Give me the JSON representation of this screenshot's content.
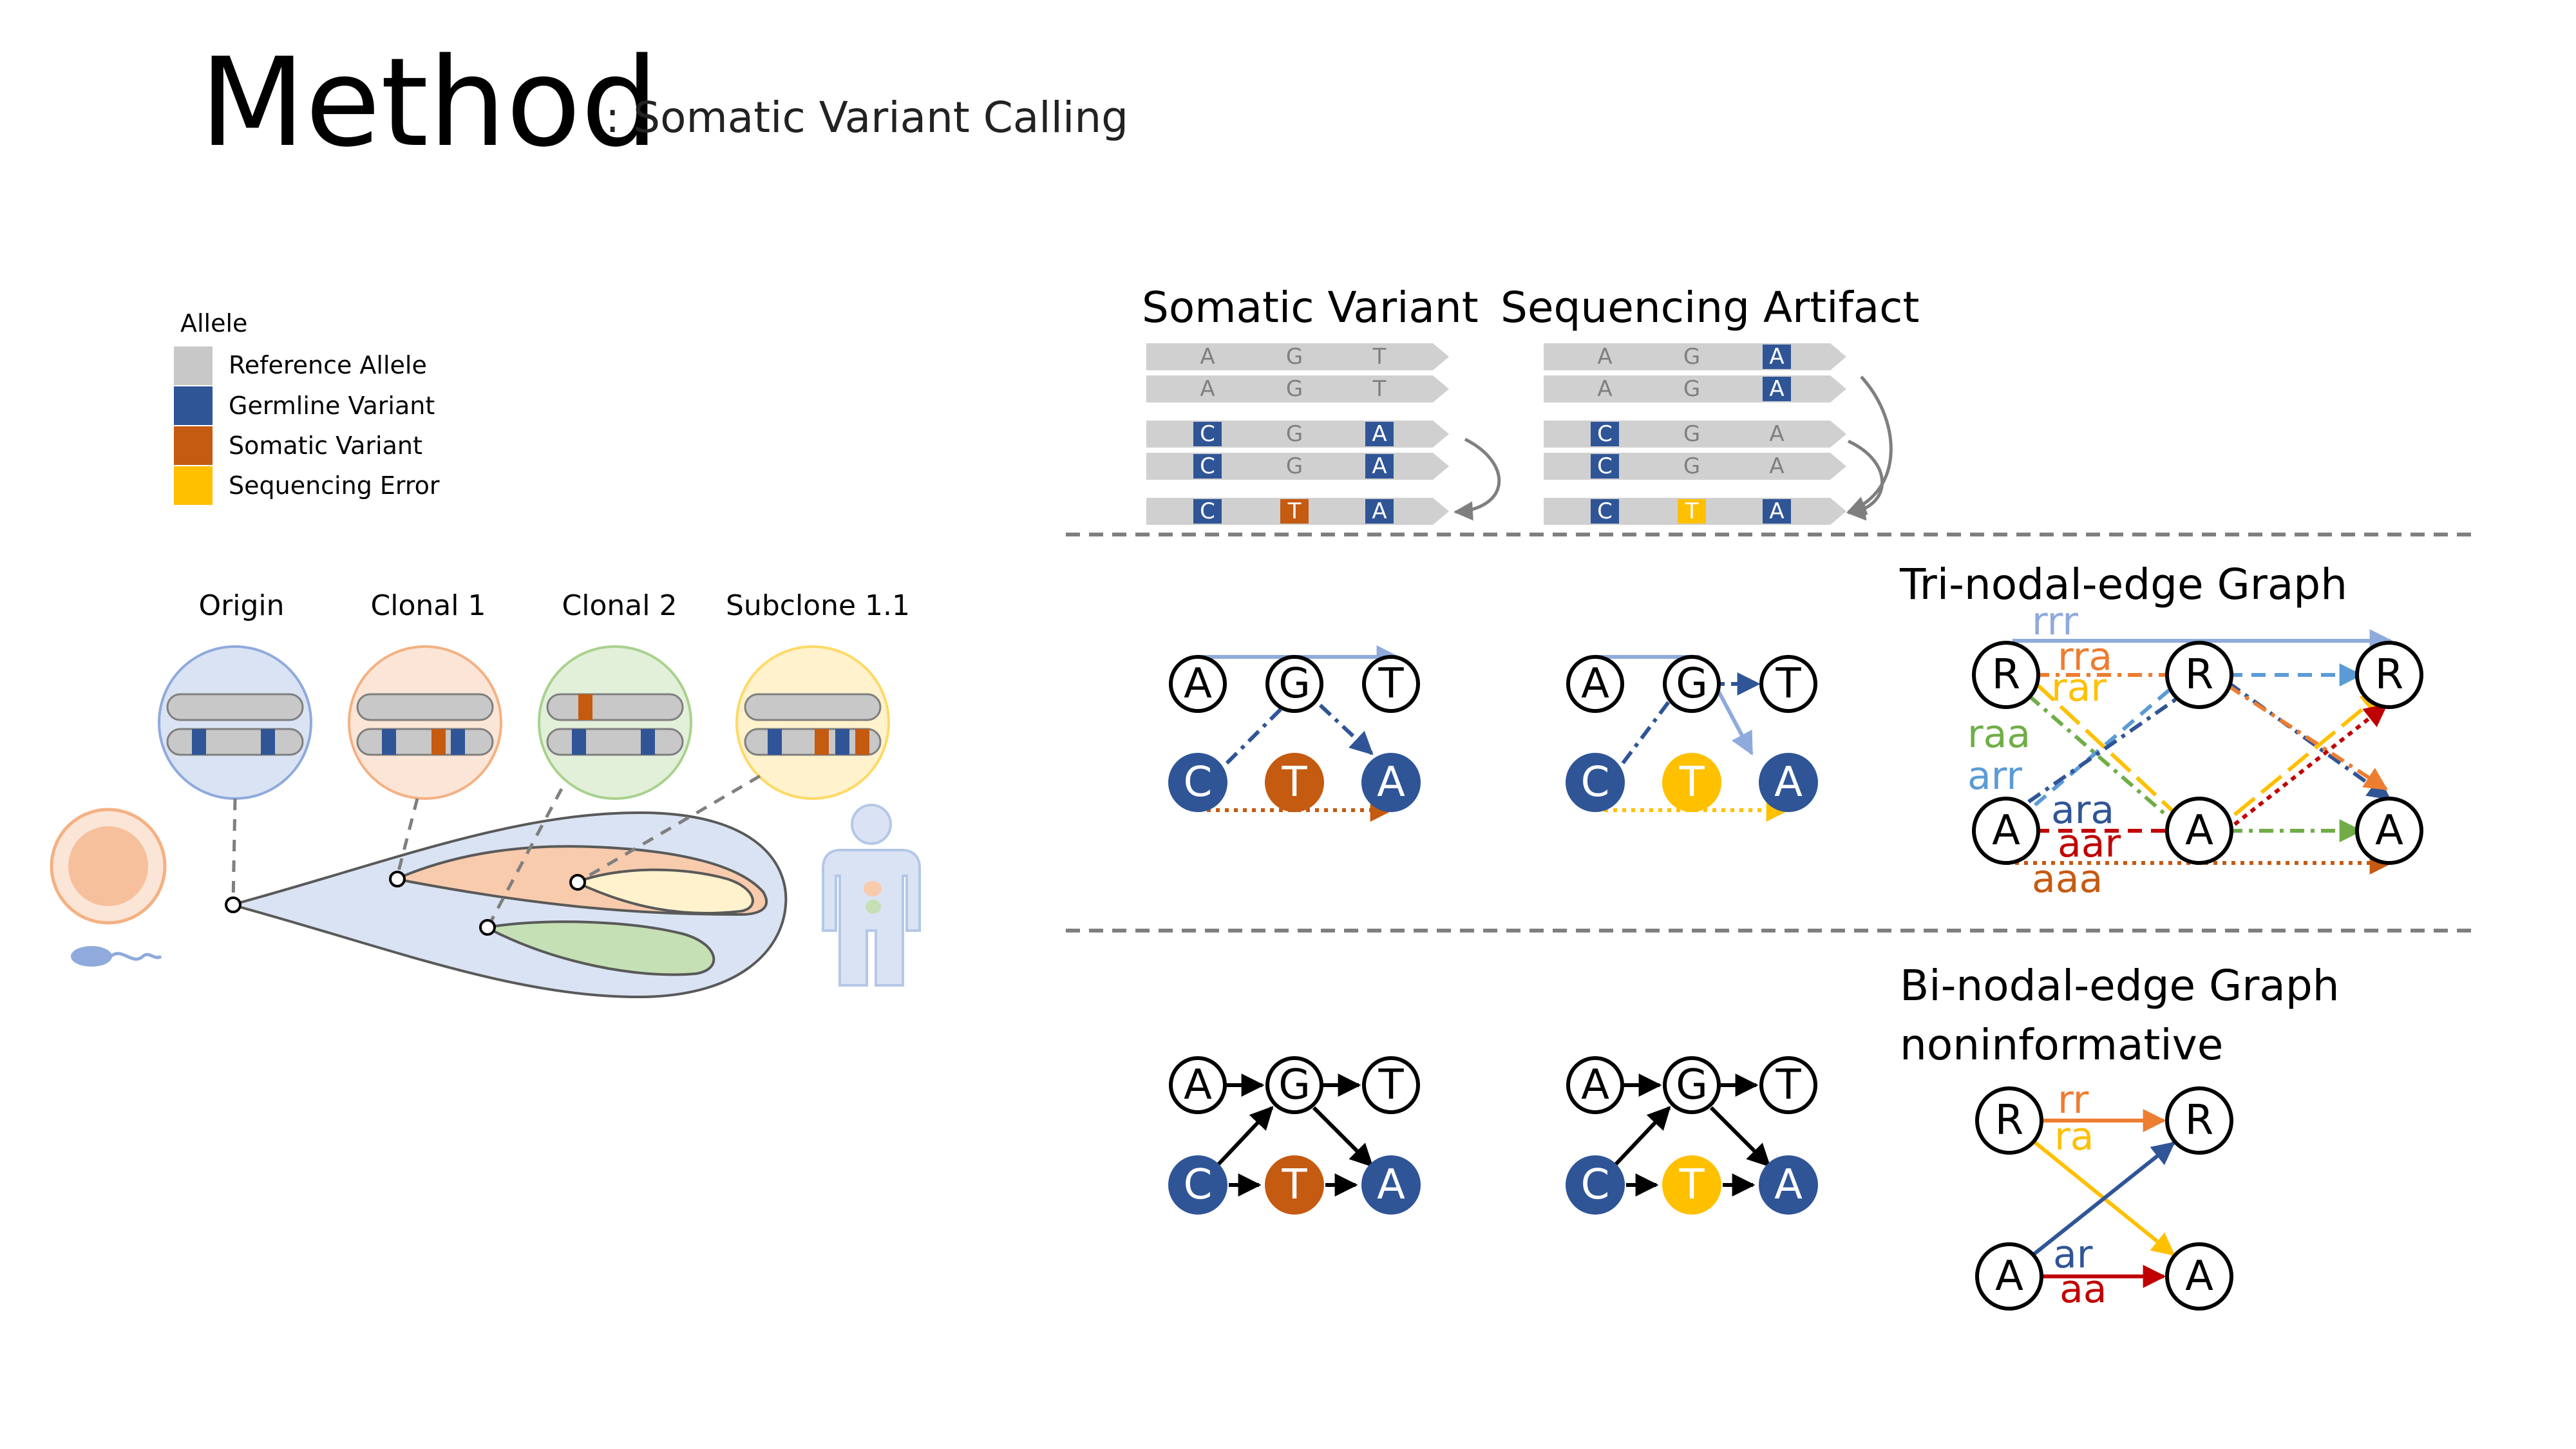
{
  "header": {
    "title": "Method",
    "subtitle": ": Somatic Variant Calling"
  },
  "legend": {
    "title": "Allele",
    "items": [
      {
        "label": "Reference Allele",
        "color": "#c8c8c8"
      },
      {
        "label": "Germline Variant",
        "color": "#2f5597"
      },
      {
        "label": "Somatic Variant",
        "color": "#c55a11"
      },
      {
        "label": "Sequencing Error",
        "color": "#ffc000"
      }
    ]
  },
  "clones": [
    {
      "label": "Origin",
      "color": "#dae3f3",
      "border": "#8faadc"
    },
    {
      "label": "Clonal 1",
      "color": "#fbe5d6",
      "border": "#f4b183"
    },
    {
      "label": "Clonal 2",
      "color": "#e2f0d9",
      "border": "#a9d18e"
    },
    {
      "label": "Subclone 1.1",
      "color": "#fff2cc",
      "border": "#ffd966"
    }
  ],
  "reads": {
    "somatic_label": "Somatic Variant",
    "artifact_label": "Sequencing Artifact",
    "somatic": [
      [
        "A",
        "G",
        "T"
      ],
      [
        "A",
        "G",
        "T"
      ],
      [
        "C",
        "G",
        "A"
      ],
      [
        "C",
        "G",
        "A"
      ],
      [
        "C",
        "T",
        "A"
      ]
    ],
    "artifact": [
      [
        "A",
        "G",
        "A"
      ],
      [
        "A",
        "G",
        "A"
      ],
      [
        "C",
        "G",
        "A"
      ],
      [
        "C",
        "G",
        "A"
      ],
      [
        "C",
        "T",
        "A"
      ]
    ]
  },
  "nodes": {
    "ref": [
      "A",
      "G",
      "T"
    ],
    "somatic_alt": [
      "C",
      "T",
      "A"
    ],
    "artifact_alt": [
      "C",
      "T",
      "A"
    ]
  },
  "tri_graph": {
    "title": "Tri-nodal-edge Graph",
    "ref_node": "R",
    "alt_node": "A",
    "labels": [
      {
        "text": "rrr",
        "color": "#8faadc"
      },
      {
        "text": "rra",
        "color": "#ed7d31"
      },
      {
        "text": "rar",
        "color": "#ffc000"
      },
      {
        "text": "raa",
        "color": "#70ad47"
      },
      {
        "text": "arr",
        "color": "#5b9bd5"
      },
      {
        "text": "ara",
        "color": "#2f5597"
      },
      {
        "text": "aar",
        "color": "#c00000"
      },
      {
        "text": "aaa",
        "color": "#c55a11"
      }
    ]
  },
  "bi_graph": {
    "title": "Bi-nodal-edge Graph",
    "subtitle": "noninformative",
    "ref_node": "R",
    "alt_node": "A",
    "labels": [
      {
        "text": "rr",
        "color": "#ed7d31"
      },
      {
        "text": "ra",
        "color": "#ffc000"
      },
      {
        "text": "ar",
        "color": "#2f5597"
      },
      {
        "text": "aa",
        "color": "#c00000"
      }
    ]
  }
}
